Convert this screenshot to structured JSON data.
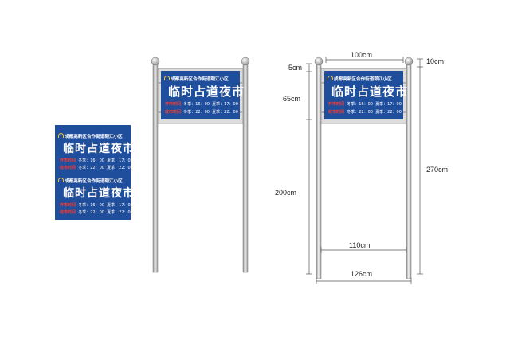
{
  "sign": {
    "org": "成都高新区合作街道颐江小区",
    "title": "临时占道夜市",
    "open_label": "开市时间",
    "close_label": "收市时间",
    "winter": "冬季：",
    "summer": "夏季：",
    "open_winter": "16：00",
    "open_summer": "17：00",
    "close_winter": "22：00",
    "close_summer": "22：00"
  },
  "dimensions": {
    "sign_width": "100cm",
    "top_gap": "5cm",
    "sign_height": "65cm",
    "pole_top": "10cm",
    "pole_height": "270cm",
    "leg_height": "200cm",
    "inner_width": "110cm",
    "outer_width": "126cm"
  }
}
